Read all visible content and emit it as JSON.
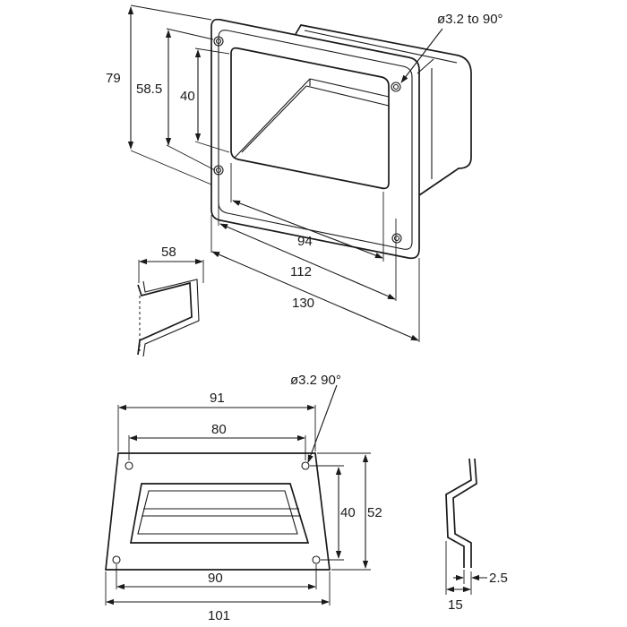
{
  "drawing": {
    "iso_view": {
      "hole_note": "ø3.2 to 90°",
      "dims": {
        "height_overall": "79",
        "height_holes": "58.5",
        "height_opening": "40",
        "width_opening": "94",
        "width_holes": "112",
        "width_overall": "130",
        "depth": "58"
      }
    },
    "front_view": {
      "hole_note": "ø3.2 90°",
      "dims": {
        "width_top": "91",
        "width_top_holes": "80",
        "height_holes": "40",
        "height_overall": "52",
        "width_bottom_holes": "90",
        "width_bottom": "101"
      }
    },
    "side_view": {
      "dims": {
        "thickness": "2.5",
        "depth": "15"
      }
    }
  }
}
